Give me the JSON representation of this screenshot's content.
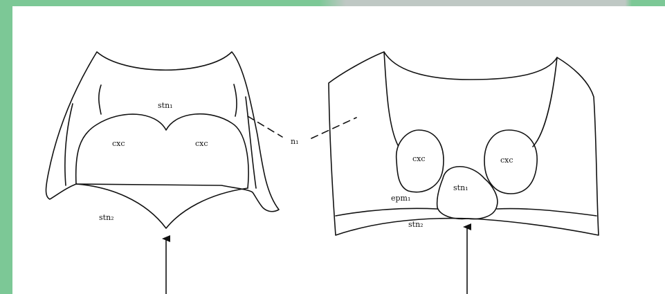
{
  "colors": {
    "frame_green": "#7cc896",
    "frame_grey": "#bfc8c4",
    "ink": "#111111",
    "background": "#ffffff"
  },
  "labels": {
    "left": {
      "stn1": "stn₁",
      "cxc_left": "cxc",
      "cxc_right": "cxc",
      "stn2": "stn₂"
    },
    "center": {
      "n1": "n₁"
    },
    "right": {
      "cxc_left": "cxc",
      "cxc_right": "cxc",
      "stn1": "stn₁",
      "epm1": "epm₁",
      "stn2": "stn₂"
    }
  }
}
